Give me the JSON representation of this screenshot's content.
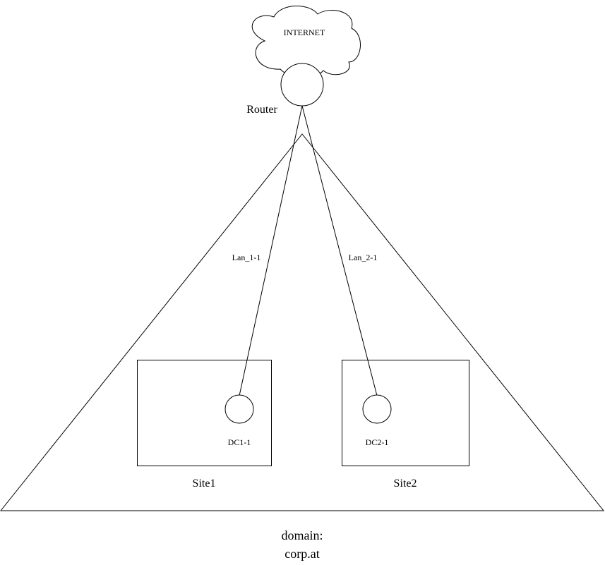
{
  "diagram": {
    "cloud": {
      "label": "INTERNET"
    },
    "router": {
      "label": "Router"
    },
    "links": [
      {
        "label": "Lan_1-1"
      },
      {
        "label": "Lan_2-1"
      }
    ],
    "sites": [
      {
        "label": "Site1",
        "dc": {
          "label": "DC1-1"
        }
      },
      {
        "label": "Site2",
        "dc": {
          "label": "DC2-1"
        }
      }
    ],
    "domain": {
      "line1": "domain:",
      "line2": "corp.at"
    },
    "colors": {
      "stroke": "#000000",
      "fill": "#ffffff"
    }
  }
}
